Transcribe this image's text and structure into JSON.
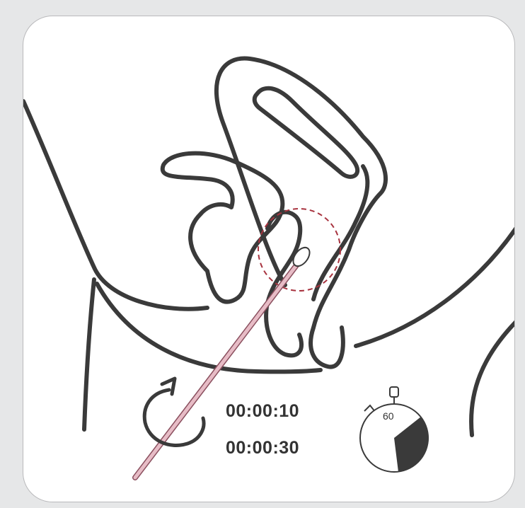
{
  "times": {
    "first": "00:00:10",
    "second": "00:00:30"
  },
  "timer": {
    "label": "60",
    "elapsed_fraction": 0.33
  },
  "colors": {
    "background": "#e6e7e8",
    "card": "#ffffff",
    "outline": "#3a3a3a",
    "swab": "#e7bcc6",
    "swab_outline": "#8a4f5e",
    "highlight_circle": "#a8333f",
    "timer_fill": "#3a3a3a"
  },
  "icons": [
    "rotation-arrow-icon",
    "stopwatch-icon"
  ]
}
